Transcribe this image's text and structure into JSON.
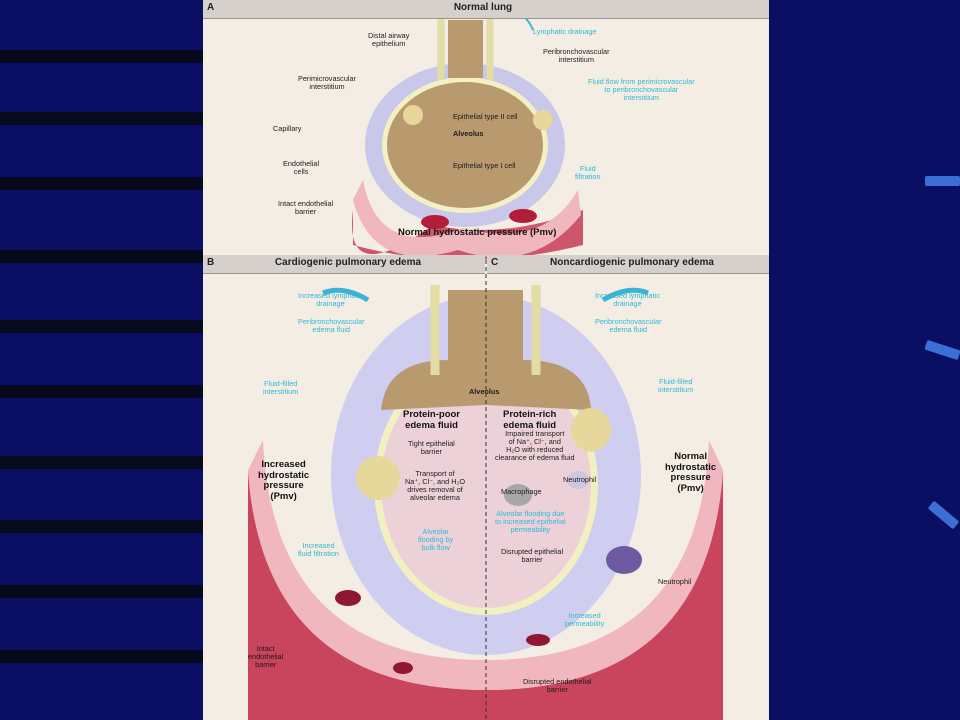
{
  "panelA": {
    "letter": "A",
    "title": "Normal lung",
    "distal_airway": "Distal airway\nepithelium",
    "lymphatic": "Lymphatic drainage",
    "peribronch": "Peribronchovascular\ninterstitium",
    "perimicro": "Perimicrovascular\ninterstitium",
    "fluidflow": "Fluid flow from perimicrovascular\nto peribronchovascular\ninterstitium",
    "type2": "Epithelial type II cell",
    "alveolus": "Alveolus",
    "capillary": "Capillary",
    "endo": "Endothelial\ncells",
    "type1": "Epithelial type I cell",
    "filtration": "Fluid\nfiltration",
    "intact": "Intact endothelial\nbarrier",
    "pressure": "Normal hydrostatic pressure (Pmv)"
  },
  "panelB": {
    "letter": "B",
    "title": "Cardiogenic pulmonary edema",
    "lymph": "Increased lymphatic\ndrainage",
    "peri": "Peribronchovascular\nedema fluid",
    "interst": "Fluid-filled\ninterstitium",
    "protein": "Protein-poor\nedema fluid",
    "tight": "Tight epithelial\nbarrier",
    "transport": "Transport of\nNa⁺, Cl⁻, and H₂O\ndrives removal of\nalveolar edema",
    "pressure": "Increased\nhydrostatic\npressure\n(Pmv)",
    "filtration": "Increased\nfluid filtration",
    "flooding": "Alveolar\nflooding by\nbulk flow",
    "intact": "Intact\nendothelial\nbarrier"
  },
  "panelC": {
    "letter": "C",
    "title": "Noncardiogenic pulmonary edema",
    "lymph": "Increased lymphatic\ndrainage",
    "peri": "Peribronchovascular\nedema fluid",
    "interst": "Fluid-filled\ninterstitium",
    "alveolus": "Alveolus",
    "protein": "Protein-rich\nedema fluid",
    "impaired": "Impaired transport\nof Na⁺, Cl⁻, and\nH₂O with reduced\nclearance of edema fluid",
    "macrophage": "Macrophage",
    "neutrophil": "Neutrophil",
    "pressure": "Normal\nhydrostatic\npressure\n(Pmv)",
    "flooding": "Alveolar flooding due\nto increased epithelial\npermeability",
    "disrupted_epi": "Disrupted epithelial\nbarrier",
    "neutrophil2": "Neutrophil",
    "permeability": "Increased\npermeability",
    "disrupted_endo": "Disrupted endothelial\nbarrier"
  }
}
